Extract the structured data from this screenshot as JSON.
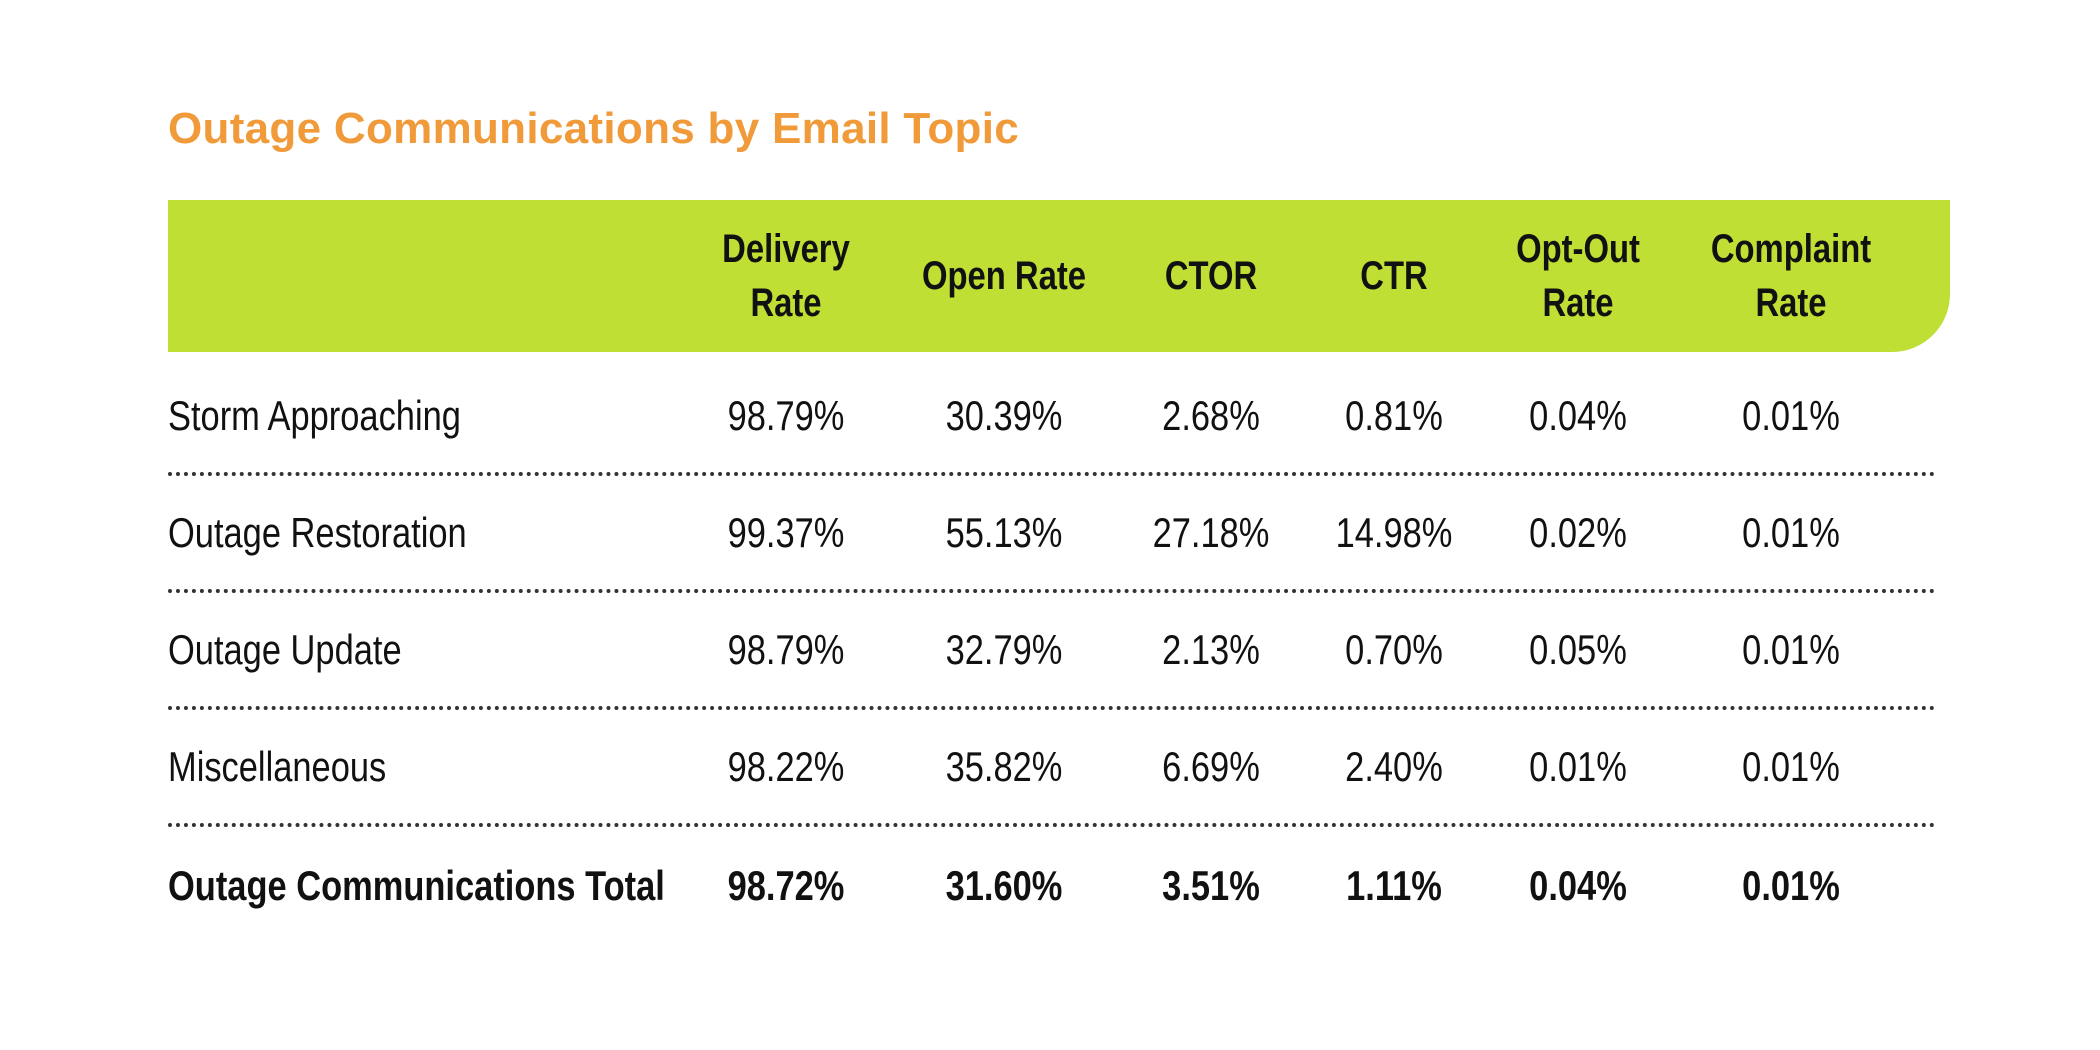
{
  "title": "Outage Communications by Email Topic",
  "colors": {
    "title": "#f09a3a",
    "header_background": "#bfdf34",
    "text": "#111111"
  },
  "columns": [
    [
      "Delivery",
      "Rate"
    ],
    [
      "Open Rate"
    ],
    [
      "CTOR"
    ],
    [
      "CTR"
    ],
    [
      "Opt-Out",
      "Rate"
    ],
    [
      "Complaint",
      "Rate"
    ]
  ],
  "rows": [
    {
      "label": "Storm Approaching",
      "values": [
        "98.79%",
        "30.39%",
        "2.68%",
        "0.81%",
        "0.04%",
        "0.01%"
      ]
    },
    {
      "label": "Outage Restoration",
      "values": [
        "99.37%",
        "55.13%",
        "27.18%",
        "14.98%",
        "0.02%",
        "0.01%"
      ]
    },
    {
      "label": "Outage Update",
      "values": [
        "98.79%",
        "32.79%",
        "2.13%",
        "0.70%",
        "0.05%",
        "0.01%"
      ]
    },
    {
      "label": "Miscellaneous",
      "values": [
        "98.22%",
        "35.82%",
        "6.69%",
        "2.40%",
        "0.01%",
        "0.01%"
      ]
    }
  ],
  "total": {
    "label": "Outage Communications Total",
    "values": [
      "98.72%",
      "31.60%",
      "3.51%",
      "1.11%",
      "0.04%",
      "0.01%"
    ]
  },
  "chart_data": {
    "type": "table",
    "title": "Outage Communications by Email Topic",
    "columns": [
      "Delivery Rate",
      "Open Rate",
      "CTOR",
      "CTR",
      "Opt-Out Rate",
      "Complaint Rate"
    ],
    "rows": [
      {
        "label": "Storm Approaching",
        "values": [
          "98.79%",
          "30.39%",
          "2.68%",
          "0.81%",
          "0.04%",
          "0.01%"
        ]
      },
      {
        "label": "Outage Restoration",
        "values": [
          "99.37%",
          "55.13%",
          "27.18%",
          "14.98%",
          "0.02%",
          "0.01%"
        ]
      },
      {
        "label": "Outage Update",
        "values": [
          "98.79%",
          "32.79%",
          "2.13%",
          "0.70%",
          "0.05%",
          "0.01%"
        ]
      },
      {
        "label": "Miscellaneous",
        "values": [
          "98.22%",
          "35.82%",
          "6.69%",
          "2.40%",
          "0.01%",
          "0.01%"
        ]
      },
      {
        "label": "Outage Communications Total",
        "values": [
          "98.72%",
          "31.60%",
          "3.51%",
          "1.11%",
          "0.04%",
          "0.01%"
        ]
      }
    ]
  }
}
